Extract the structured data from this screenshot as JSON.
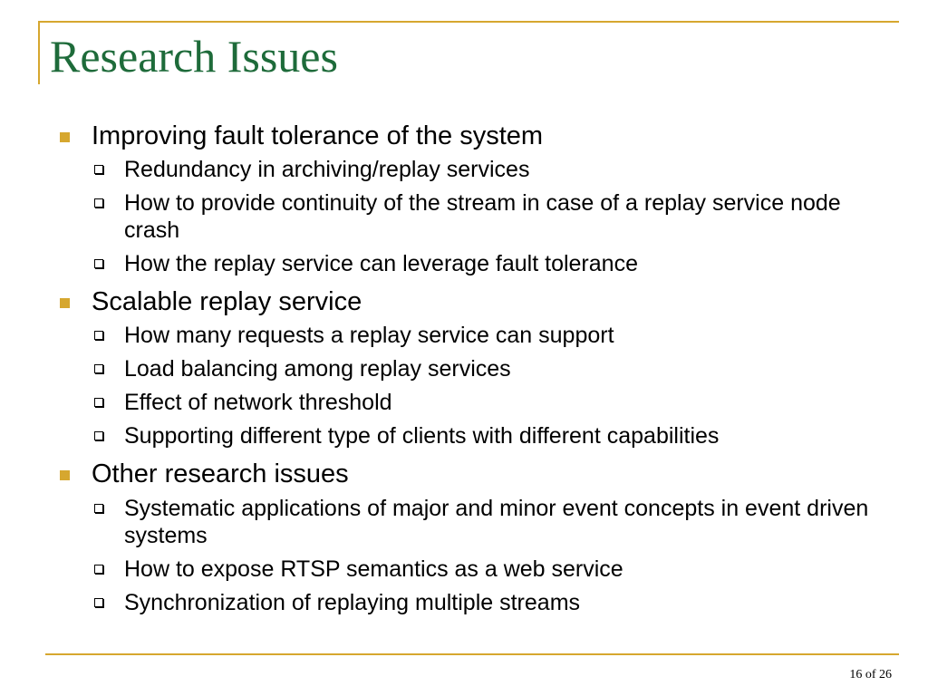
{
  "slide": {
    "title": "Research Issues",
    "page_number": "16 of 26",
    "accent_color": "#d6a72f",
    "title_color": "#1e6b3a"
  },
  "bullets": [
    {
      "text": "Improving fault tolerance of the system",
      "sub": [
        "Redundancy in archiving/replay services",
        "How to provide continuity of the stream in case of a replay service node crash",
        "How the replay service can leverage fault tolerance"
      ]
    },
    {
      "text": "Scalable replay service",
      "sub": [
        "How many requests a replay service can support",
        "Load balancing among replay services",
        "Effect of network threshold",
        "Supporting different type of clients with different capabilities"
      ]
    },
    {
      "text": "Other research issues",
      "sub": [
        "Systematic applications of major and minor event concepts in event driven systems",
        "How to expose RTSP semantics as a web service",
        "Synchronization of replaying multiple streams"
      ]
    }
  ]
}
